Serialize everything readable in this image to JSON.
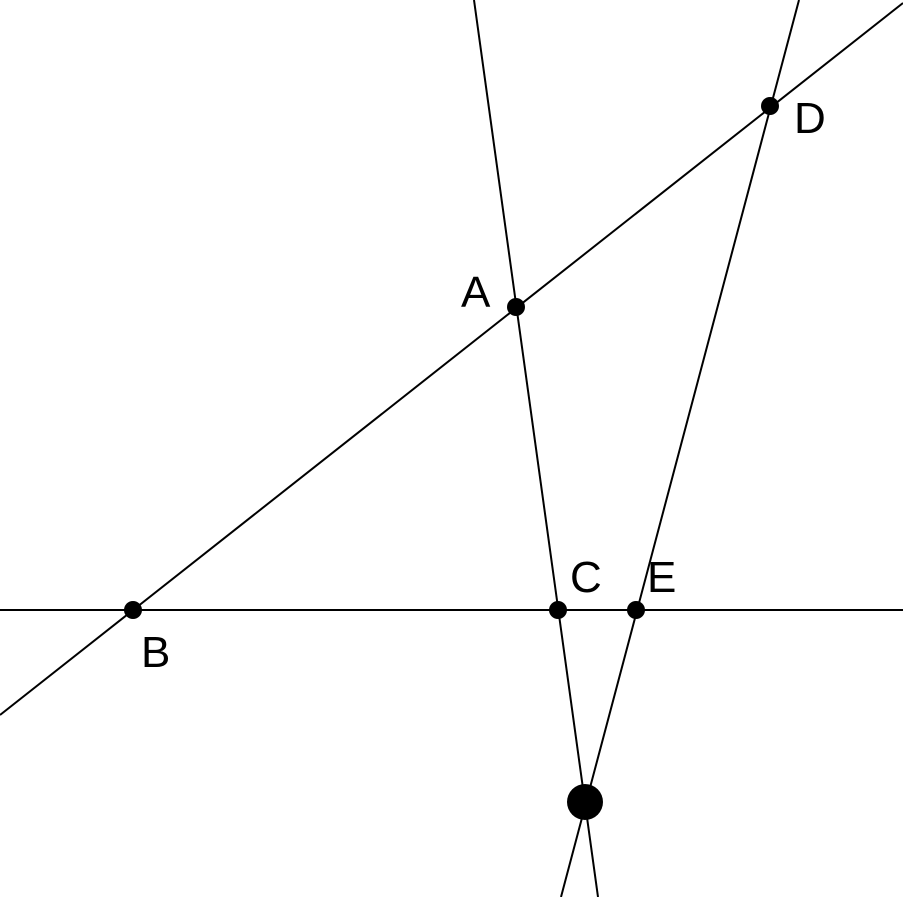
{
  "diagram": {
    "background_color": "#ffffff",
    "stroke_color": "#000000",
    "points": {
      "A": {
        "label": "A"
      },
      "B": {
        "label": "B"
      },
      "C": {
        "label": "C"
      },
      "D": {
        "label": "D"
      },
      "E": {
        "label": "E"
      },
      "intersection": {
        "label": ""
      }
    },
    "lines": [
      {
        "name": "line-bd",
        "through": [
          "B",
          "A",
          "D"
        ]
      },
      {
        "name": "line-bce",
        "through": [
          "B",
          "C",
          "E"
        ]
      },
      {
        "name": "line-ac",
        "through": [
          "A",
          "C"
        ]
      },
      {
        "name": "line-de",
        "through": [
          "D",
          "E"
        ]
      }
    ]
  }
}
